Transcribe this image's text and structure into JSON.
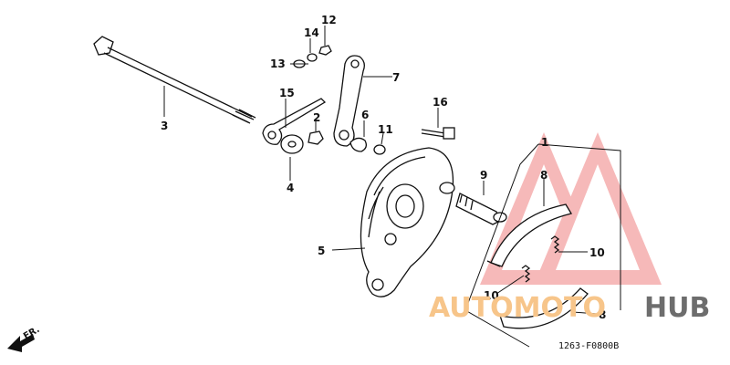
{
  "diagram": {
    "callouts": [
      {
        "id": "1",
        "label": "1"
      },
      {
        "id": "2",
        "label": "2"
      },
      {
        "id": "3",
        "label": "3"
      },
      {
        "id": "4",
        "label": "4"
      },
      {
        "id": "5",
        "label": "5"
      },
      {
        "id": "6",
        "label": "6"
      },
      {
        "id": "7",
        "label": "7"
      },
      {
        "id": "8a",
        "label": "8"
      },
      {
        "id": "8b",
        "label": "8"
      },
      {
        "id": "9",
        "label": "9"
      },
      {
        "id": "10a",
        "label": "10"
      },
      {
        "id": "10b",
        "label": "10"
      },
      {
        "id": "11",
        "label": "11"
      },
      {
        "id": "12",
        "label": "12"
      },
      {
        "id": "13",
        "label": "13"
      },
      {
        "id": "14",
        "label": "14"
      },
      {
        "id": "15",
        "label": "15"
      },
      {
        "id": "16",
        "label": "16"
      }
    ],
    "diagram_code": "1263-F0800B",
    "direction_label": "FR.",
    "watermark": {
      "part1": "AUTOMOTO",
      "part2": "HUB",
      "color_light": "#f7c58a",
      "color_dark": "#6d6d6d",
      "triangle_color": "#f08080"
    }
  }
}
